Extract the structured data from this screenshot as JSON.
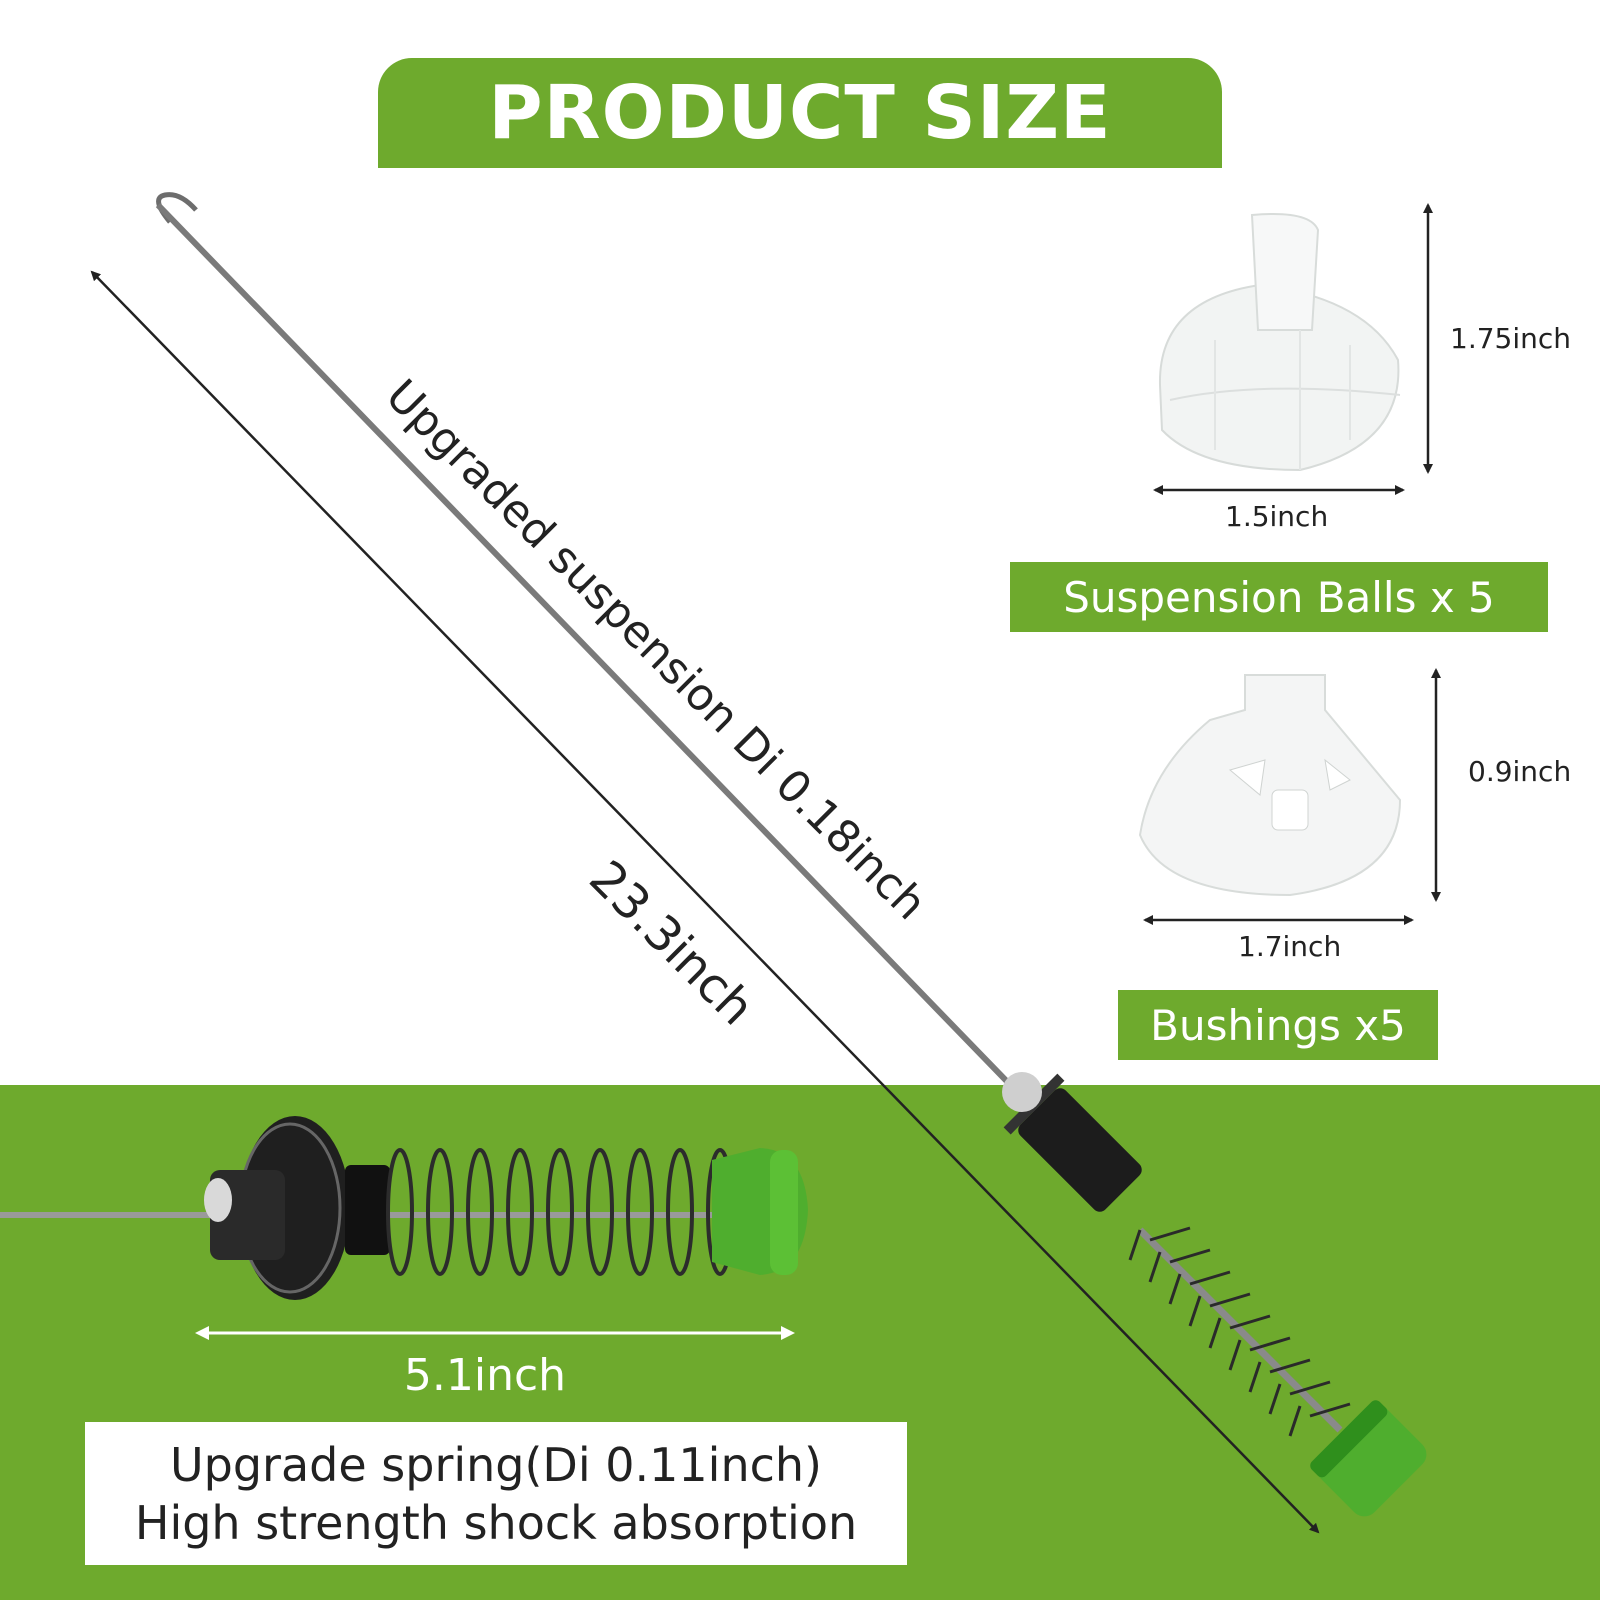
{
  "title": "PRODUCT SIZE",
  "rod": {
    "description": "Upgraded suspension Di 0.18inch",
    "length": "23.3inch"
  },
  "suspension_balls": {
    "height": "1.75inch",
    "width": "1.5inch",
    "label": "Suspension Balls x 5"
  },
  "bushings": {
    "height": "0.9inch",
    "width": "1.7inch",
    "label": "Bushings x5"
  },
  "spring": {
    "length": "5.1inch",
    "line1": "Upgrade spring(Di 0.11inch)",
    "line2": "High strength shock absorption"
  },
  "colors": {
    "brand_green": "#6eaa2d",
    "cap_green": "#4fae2e",
    "white": "#ffffff",
    "text": "#222222"
  }
}
